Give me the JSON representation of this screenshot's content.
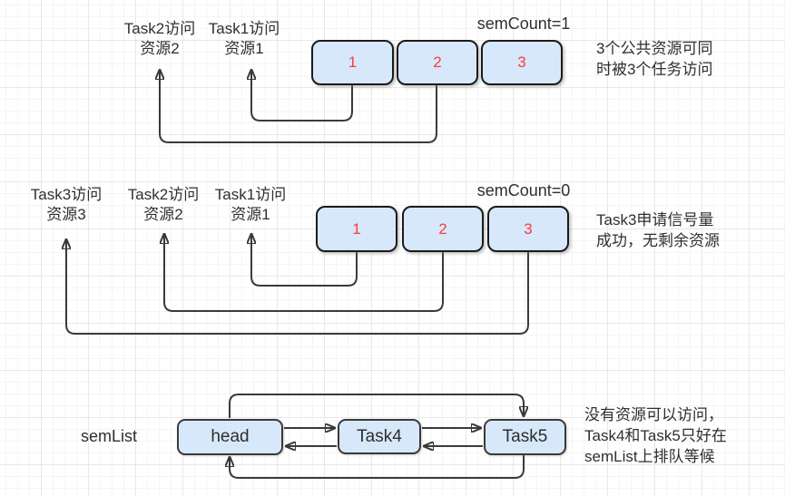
{
  "sections": {
    "top": {
      "sem_count": "semCount=1",
      "labels": [
        {
          "line1": "Task2访问",
          "line2": "资源2"
        },
        {
          "line1": "Task1访问",
          "line2": "资源1"
        }
      ],
      "boxes": [
        "1",
        "2",
        "3"
      ],
      "note": {
        "line1": "3个公共资源可同",
        "line2": "时被3个任务访问"
      }
    },
    "middle": {
      "sem_count": "semCount=0",
      "labels": [
        {
          "line1": "Task3访问",
          "line2": "资源3"
        },
        {
          "line1": "Task2访问",
          "line2": "资源2"
        },
        {
          "line1": "Task1访问",
          "line2": "资源1"
        }
      ],
      "boxes": [
        "1",
        "2",
        "3"
      ],
      "note": {
        "line1": "Task3申请信号量",
        "line2": "成功，无剩余资源"
      }
    },
    "bottom": {
      "list_label": "semList",
      "nodes": [
        "head",
        "Task4",
        "Task5"
      ],
      "note": {
        "line1": "没有资源可以访问，",
        "line2": "Task4和Task5只好在",
        "line3": "semList上排队等候"
      }
    }
  },
  "colors": {
    "box_fill": "#d7e8fa",
    "box_border": "#1b1b1b",
    "number_red": "#fb3c3c",
    "connector": "#3a3a3a",
    "text": "#2f2f2f"
  }
}
